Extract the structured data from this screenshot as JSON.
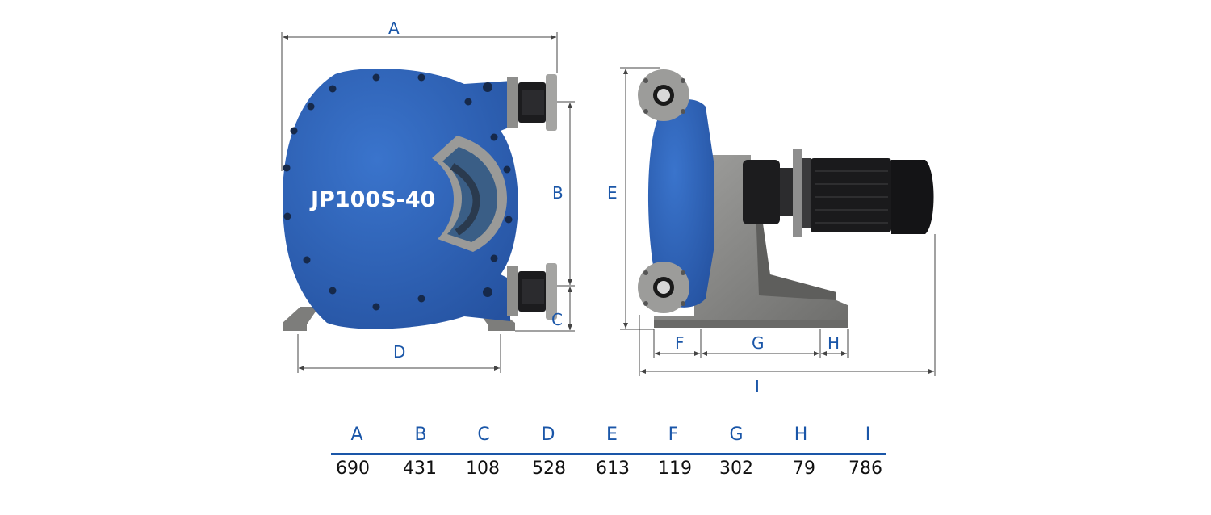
{
  "model_name": "JP100S-40",
  "dimension_labels": {
    "A": "A",
    "B": "B",
    "C": "C",
    "D": "D",
    "E": "E",
    "F": "F",
    "G": "G",
    "H": "H",
    "I": "I"
  },
  "spec_table": {
    "headers": [
      "A",
      "B",
      "C",
      "D",
      "E",
      "F",
      "G",
      "H",
      "I"
    ],
    "values": [
      "690",
      "431",
      "108",
      "528",
      "613",
      "119",
      "302",
      "79",
      "786"
    ]
  },
  "colors": {
    "pump_body": "#2d62b8",
    "dimension_text": "#1a56a8",
    "table_rule": "#1a56a8",
    "frame_steel": "#8c8c8a",
    "motor": "#1c1c1e"
  },
  "icons": [
    "peristaltic-pump-front-view",
    "peristaltic-pump-side-view"
  ]
}
